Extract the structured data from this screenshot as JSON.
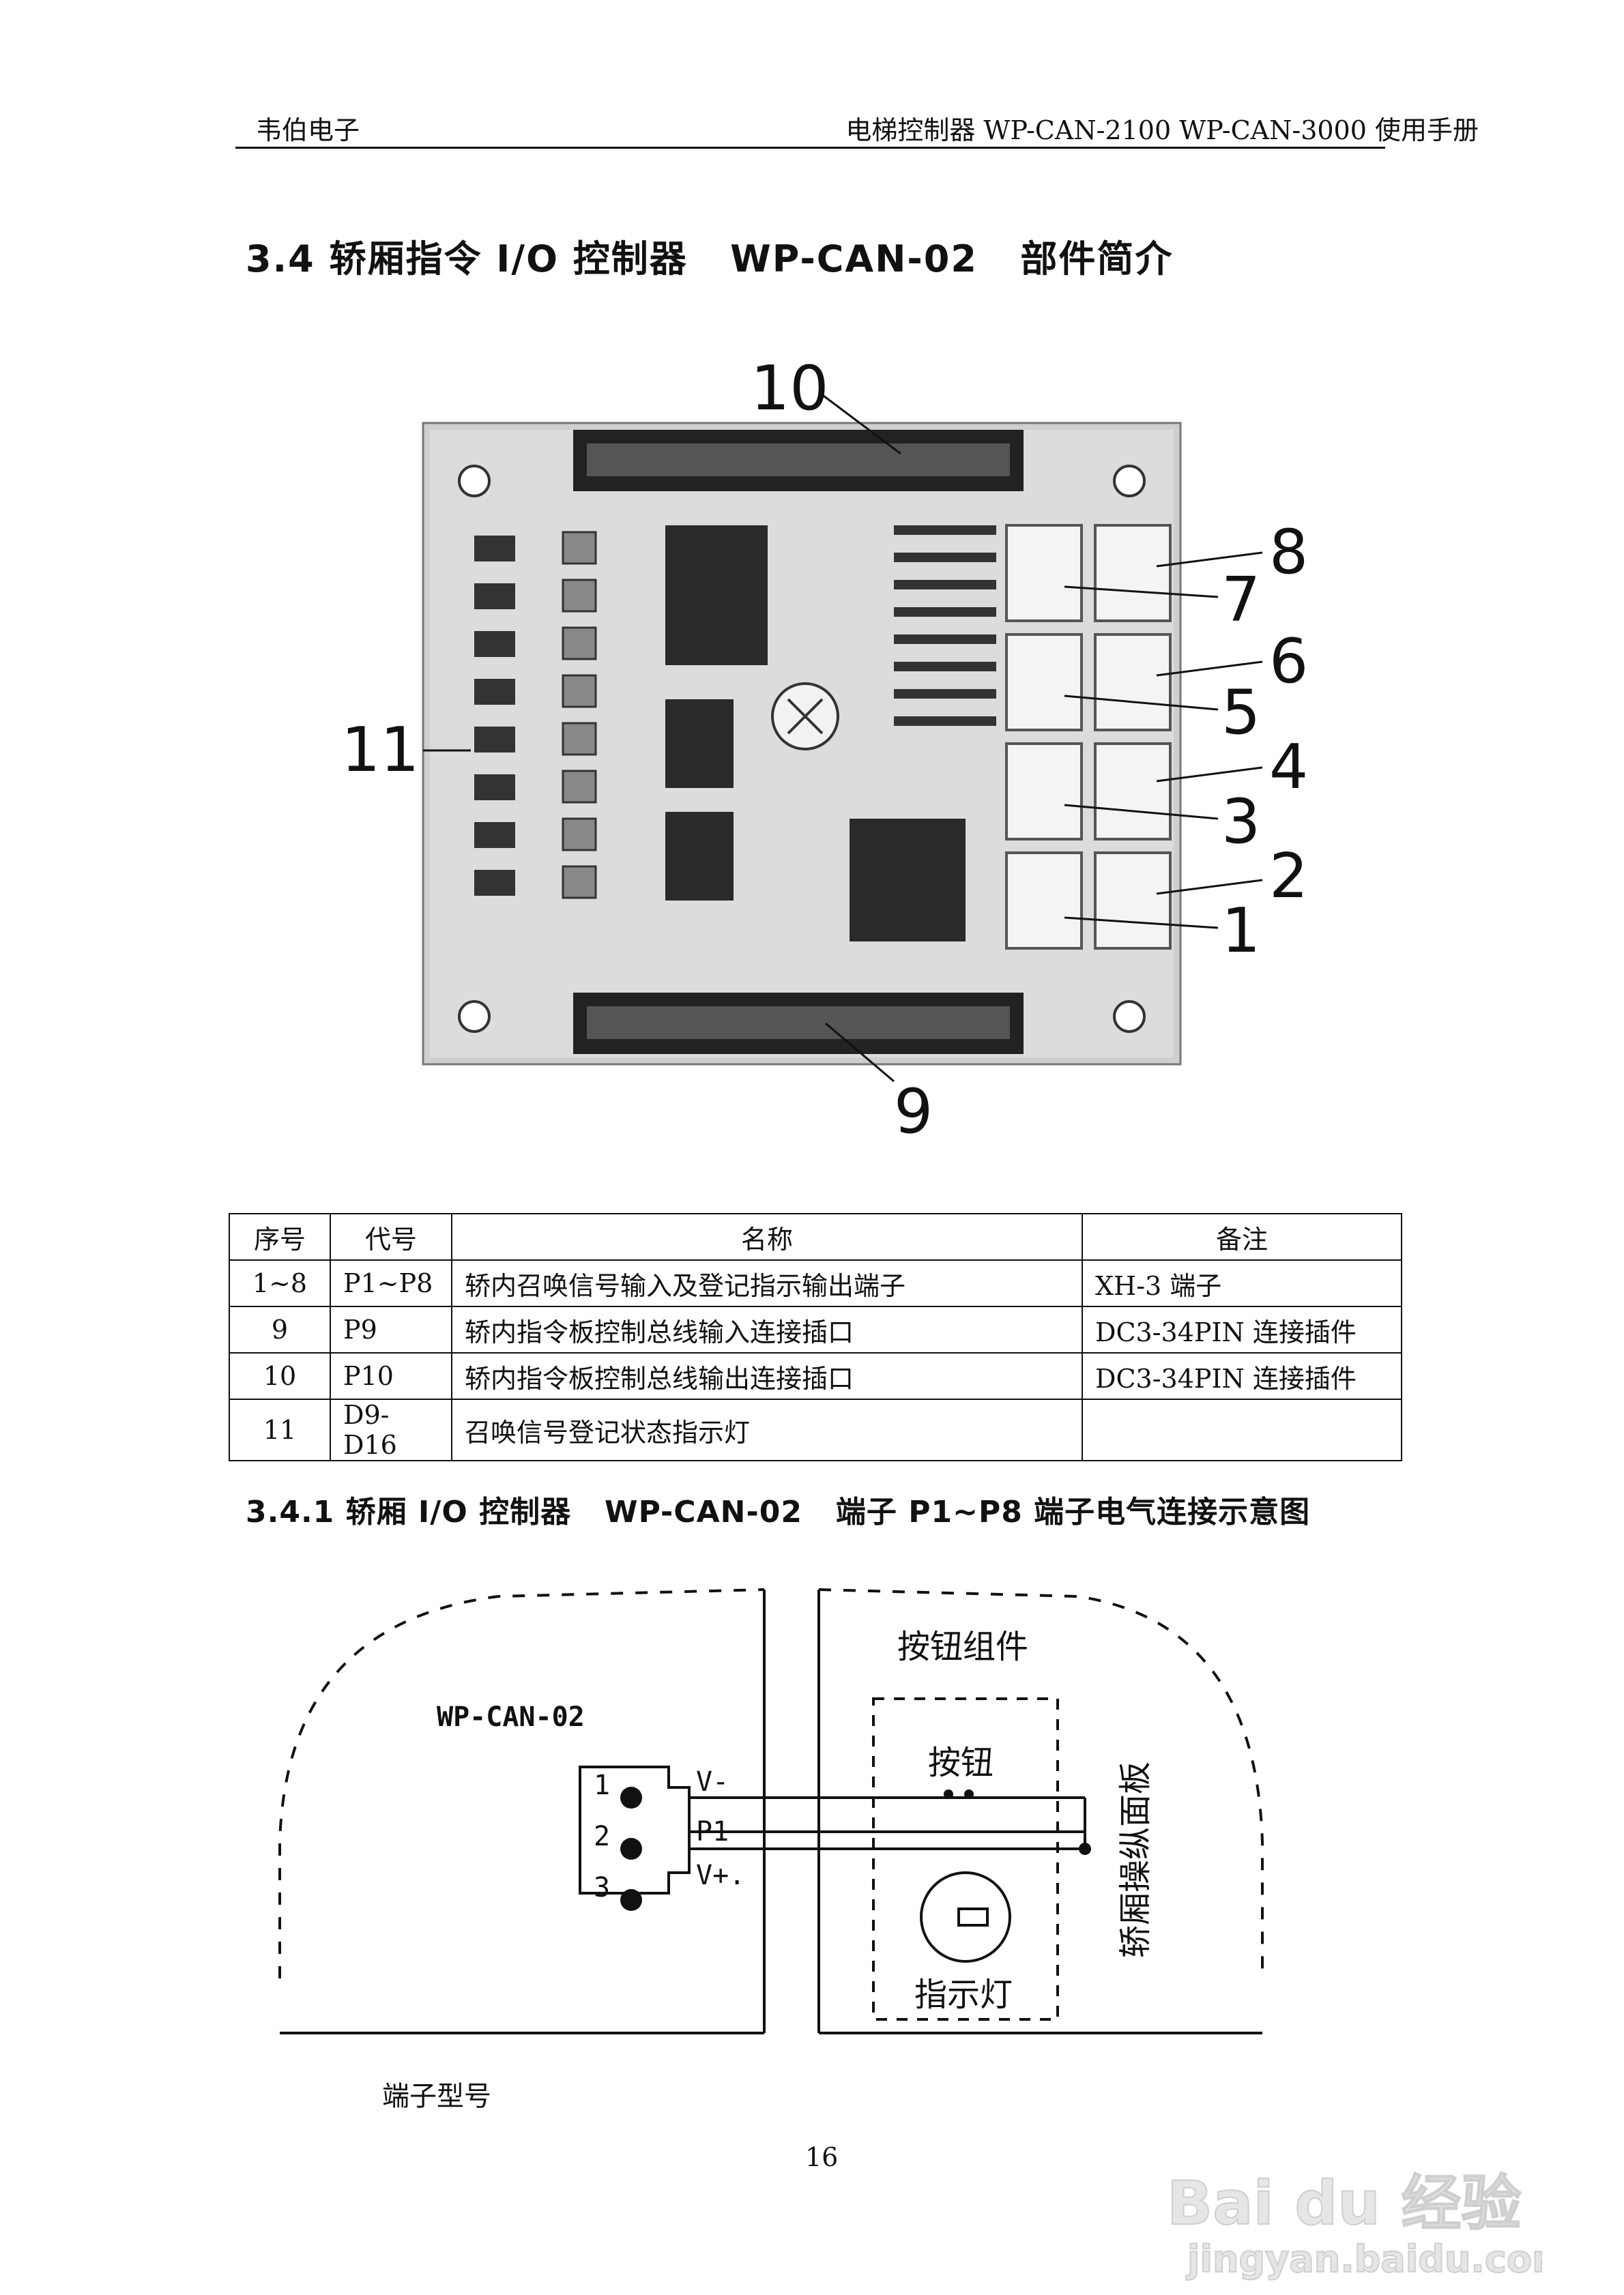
{
  "header": {
    "left": "韦伯电子",
    "right": "电梯控制器 WP-CAN-2100 WP-CAN-3000 使用手册"
  },
  "section": {
    "title": "3.4 轿厢指令 I/O 控制器   WP-CAN-02   部件简介"
  },
  "figure": {
    "callouts": [
      "1",
      "2",
      "3",
      "4",
      "5",
      "6",
      "7",
      "8",
      "9",
      "10",
      "11"
    ]
  },
  "table": {
    "headers": [
      "序号",
      "代号",
      "名称",
      "备注"
    ],
    "rows": [
      [
        "1~8",
        "P1~P8",
        "轿内召唤信号输入及登记指示输出端子",
        "XH-3  端子"
      ],
      [
        "9",
        "P9",
        "轿内指令板控制总线输入连接插口",
        "DC3-34PIN  连接插件"
      ],
      [
        "10",
        "P10",
        "轿内指令板控制总线输出连接插口",
        "DC3-34PIN  连接插件"
      ],
      [
        "11",
        "D9-D16",
        "召唤信号登记状态指示灯",
        ""
      ]
    ]
  },
  "subsection": {
    "title": "3.4.1 轿厢 I/O 控制器   WP-CAN-02   端子 P1~P8 端子电气连接示意图"
  },
  "diagram": {
    "board": "WP-CAN-02",
    "pins": [
      "1",
      "2",
      "3"
    ],
    "signals": [
      "V-",
      "P1",
      "V+."
    ],
    "group": "按钮组件",
    "button": "按钮",
    "lamp": "指示灯",
    "panel": "轿厢操纵面板"
  },
  "terminal_label": "端子型号",
  "page_number": "16",
  "watermark": {
    "text": "Bai du 经验",
    "url": "jingyan.baidu.com"
  }
}
